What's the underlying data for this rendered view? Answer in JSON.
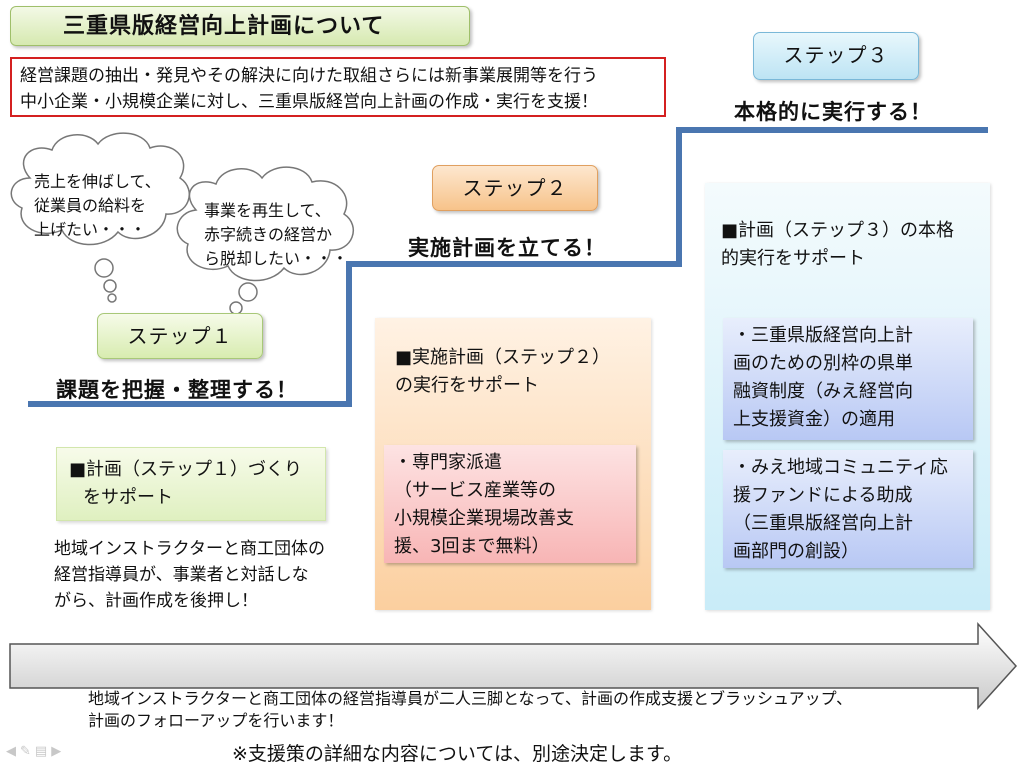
{
  "header": {
    "title": "三重県版経営向上計画について",
    "intro_line1": "経営課題の抽出・発見やその解決に向けた取組さらには新事業展開等を行う",
    "intro_line2": "中小企業・小規模企業に対し、三重県版経営向上計画の作成・実行を支援！"
  },
  "clouds": [
    {
      "lines": [
        "売上を伸ばして、",
        "従業員の給料を",
        "上げたい・・・"
      ]
    },
    {
      "lines": [
        "事業を再生して、",
        "赤字続きの経営か",
        "ら脱却したい・・・"
      ]
    }
  ],
  "steps": [
    {
      "label": "ステップ１",
      "title": "課題を把握・整理する！",
      "panel_lines": [
        "■計画（ステップ１）づくり",
        "をサポート"
      ],
      "note_lines": [
        "地域インストラクターと商工団体の",
        "経営指導員が、事業者と対話しな",
        "がら、計画作成を後押し！"
      ]
    },
    {
      "label": "ステップ２",
      "title": "実施計画を立てる！",
      "panel_lines": [
        "■実施計画（ステップ２）",
        "の実行をサポート"
      ],
      "sub_lines": [
        "・専門家派遣",
        "（サービス産業等の",
        "小規模企業現場改善支",
        "援、3回まで無料）"
      ]
    },
    {
      "label": "ステップ３",
      "title": "本格的に実行する！",
      "panel_lines": [
        "■計画（ステップ３）の本格",
        "的実行をサポート"
      ],
      "sub_a_lines": [
        "・三重県版経営向上計",
        "画のための別枠の県単",
        "融資制度（みえ経営向",
        "上支援資金）の適用"
      ],
      "sub_b_lines": [
        "・みえ地域コミュニティ応",
        "援ファンドによる助成",
        "（三重県版経営向上計",
        "画部門の創設）"
      ]
    }
  ],
  "bottom": {
    "line1": "地域インストラクターと商工団体の経営指導員が二人三脚となって、計画の作成支援とブラッシュアップ、",
    "line2": "計画のフォローアップを行います！",
    "note": "※支援策の詳細な内容については、別途決定します。"
  },
  "colors": {
    "stair_line": "#4a76b0",
    "intro_border": "#d42020",
    "step1": "#d8ecb0",
    "step2": "#f7c38a",
    "step3": "#bde4f4"
  },
  "icons": [
    "prev-slide-icon",
    "pen-icon",
    "menu-icon",
    "next-slide-icon"
  ]
}
